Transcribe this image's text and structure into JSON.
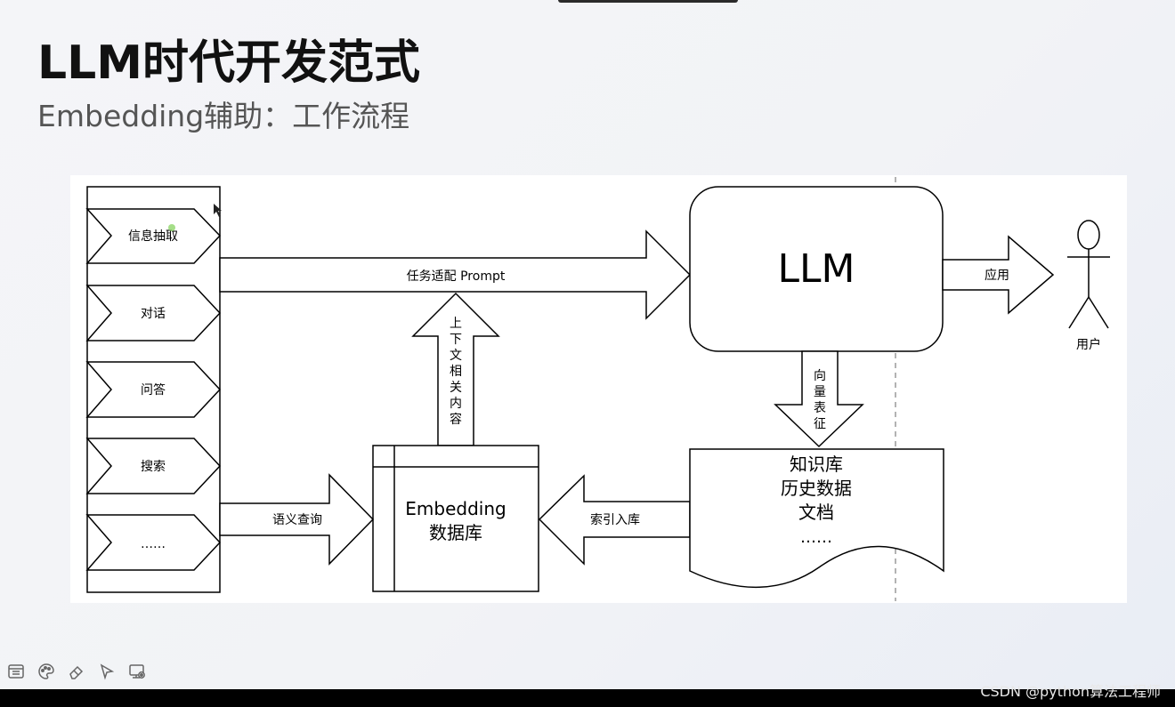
{
  "slide": {
    "title": "LLM时代开发范式",
    "subtitle": "Embedding辅助：工作流程"
  },
  "diagram": {
    "tasks": [
      "信息抽取",
      "对话",
      "问答",
      "搜索",
      "……"
    ],
    "arrow_prompt_label": "任务适配 Prompt",
    "arrow_context_chars": [
      "上",
      "下",
      "文",
      "相",
      "关",
      "内",
      "容"
    ],
    "llm_label": "LLM",
    "arrow_apply_label": "应用",
    "user_label": "用户",
    "arrow_vector_chars": [
      "向",
      "量",
      "表",
      "征"
    ],
    "embedding_db_lines": [
      "Embedding",
      "数据库"
    ],
    "arrow_query_label": "语义查询",
    "arrow_index_label": "索引入库",
    "knowledge_lines": [
      "知识库",
      "历史数据",
      "文档",
      "……"
    ]
  },
  "toolbar": {
    "icons": [
      "window-icon",
      "palette-icon",
      "eraser-icon",
      "pointer-icon",
      "screen-icon"
    ]
  },
  "watermark": "CSDN @python算法工程师"
}
